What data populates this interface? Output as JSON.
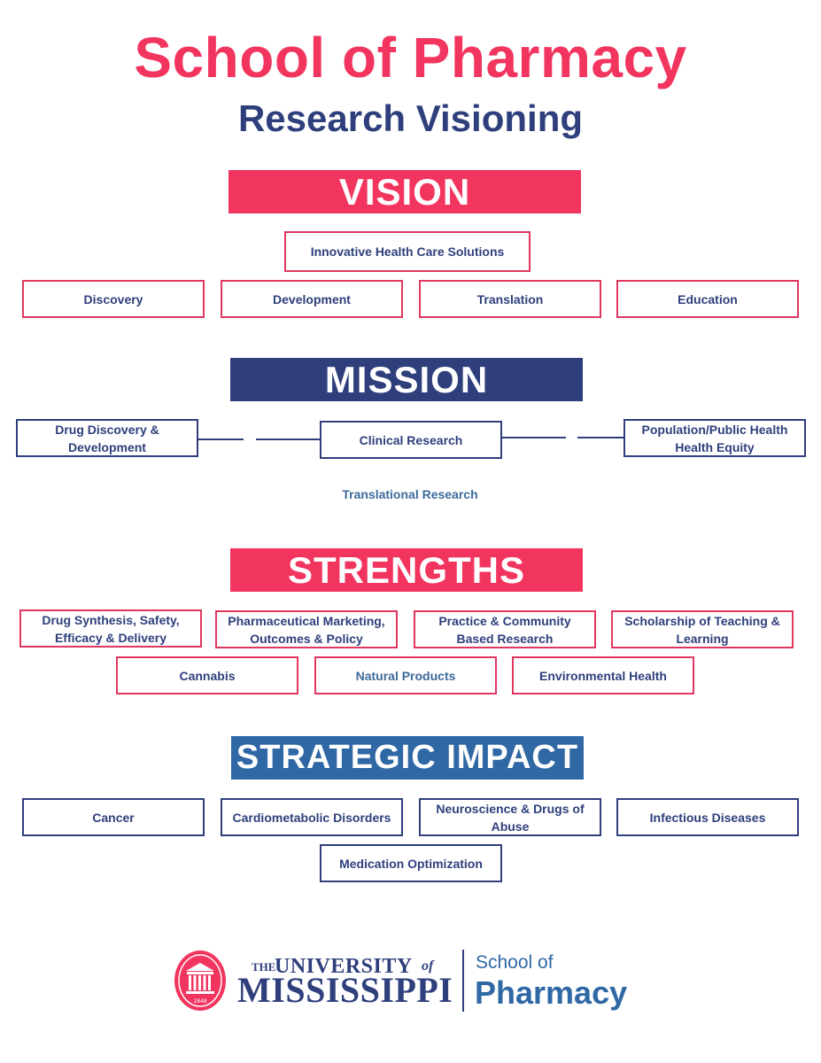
{
  "header": {
    "title": "School of Pharmacy",
    "subtitle": "Research Visioning"
  },
  "vision": {
    "banner": "VISION",
    "top": "Innovative Health Care Solutions",
    "items": [
      "Discovery",
      "Development",
      "Translation",
      "Education"
    ]
  },
  "mission": {
    "banner": "MISSION",
    "left": "Drug Discovery & Development",
    "center": "Clinical Research",
    "right": "Population/Public Health Health Equity",
    "label": "Translational Research"
  },
  "strengths": {
    "banner": "STRENGTHS",
    "row1": [
      "Drug Synthesis, Safety, Efficacy & Delivery",
      "Pharmaceutical Marketing, Outcomes & Policy",
      "Practice & Community Based Research",
      "Scholarship of Teaching & Learning"
    ],
    "row2": [
      "Cannabis",
      "Natural Products",
      "Environmental Health"
    ]
  },
  "impact": {
    "banner": "STRATEGIC IMPACT",
    "row1": [
      "Cancer",
      "Cardiometabolic Disorders",
      "Neuroscience & Drugs of Abuse",
      "Infectious Diseases"
    ],
    "row2": [
      "Medication Optimization"
    ]
  },
  "footer": {
    "univ_the": "THE",
    "univ_university": "UNIVERSITY",
    "univ_of": "of",
    "univ_mississippi": "MISSISSIPPI",
    "school_of": "School of",
    "pharmacy": "Pharmacy",
    "seal_year": "1848"
  },
  "colors": {
    "pink": "#f2355f",
    "navy": "#2e3f7c",
    "blue": "#2f68a4"
  }
}
